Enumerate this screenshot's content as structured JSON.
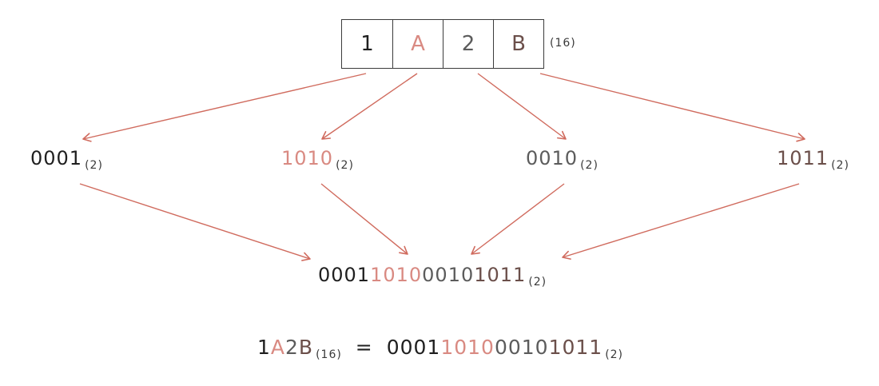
{
  "colors": {
    "dark": "#1f1f1f",
    "pink": "#d98a82",
    "gray": "#5c5c5c",
    "brown": "#6b4f4a",
    "arrow": "#d06b5e",
    "border": "#3b3b3b"
  },
  "hex": {
    "digits": [
      "1",
      "A",
      "2",
      "B"
    ],
    "base": "(16)"
  },
  "groups": [
    {
      "bits": "0001",
      "base": "(2)"
    },
    {
      "bits": "1010",
      "base": "(2)"
    },
    {
      "bits": "0010",
      "base": "(2)"
    },
    {
      "bits": "1011",
      "base": "(2)"
    }
  ],
  "combined": {
    "parts": [
      "0001",
      "1010",
      "0010",
      "1011"
    ],
    "base": "(2)"
  },
  "equation": {
    "lhs_parts": [
      "1",
      "A",
      "2",
      "B"
    ],
    "lhs_base": "(16)",
    "equals": "=",
    "rhs_parts": [
      "0001",
      "1010",
      "0010",
      "1011"
    ],
    "rhs_base": "(2)"
  }
}
